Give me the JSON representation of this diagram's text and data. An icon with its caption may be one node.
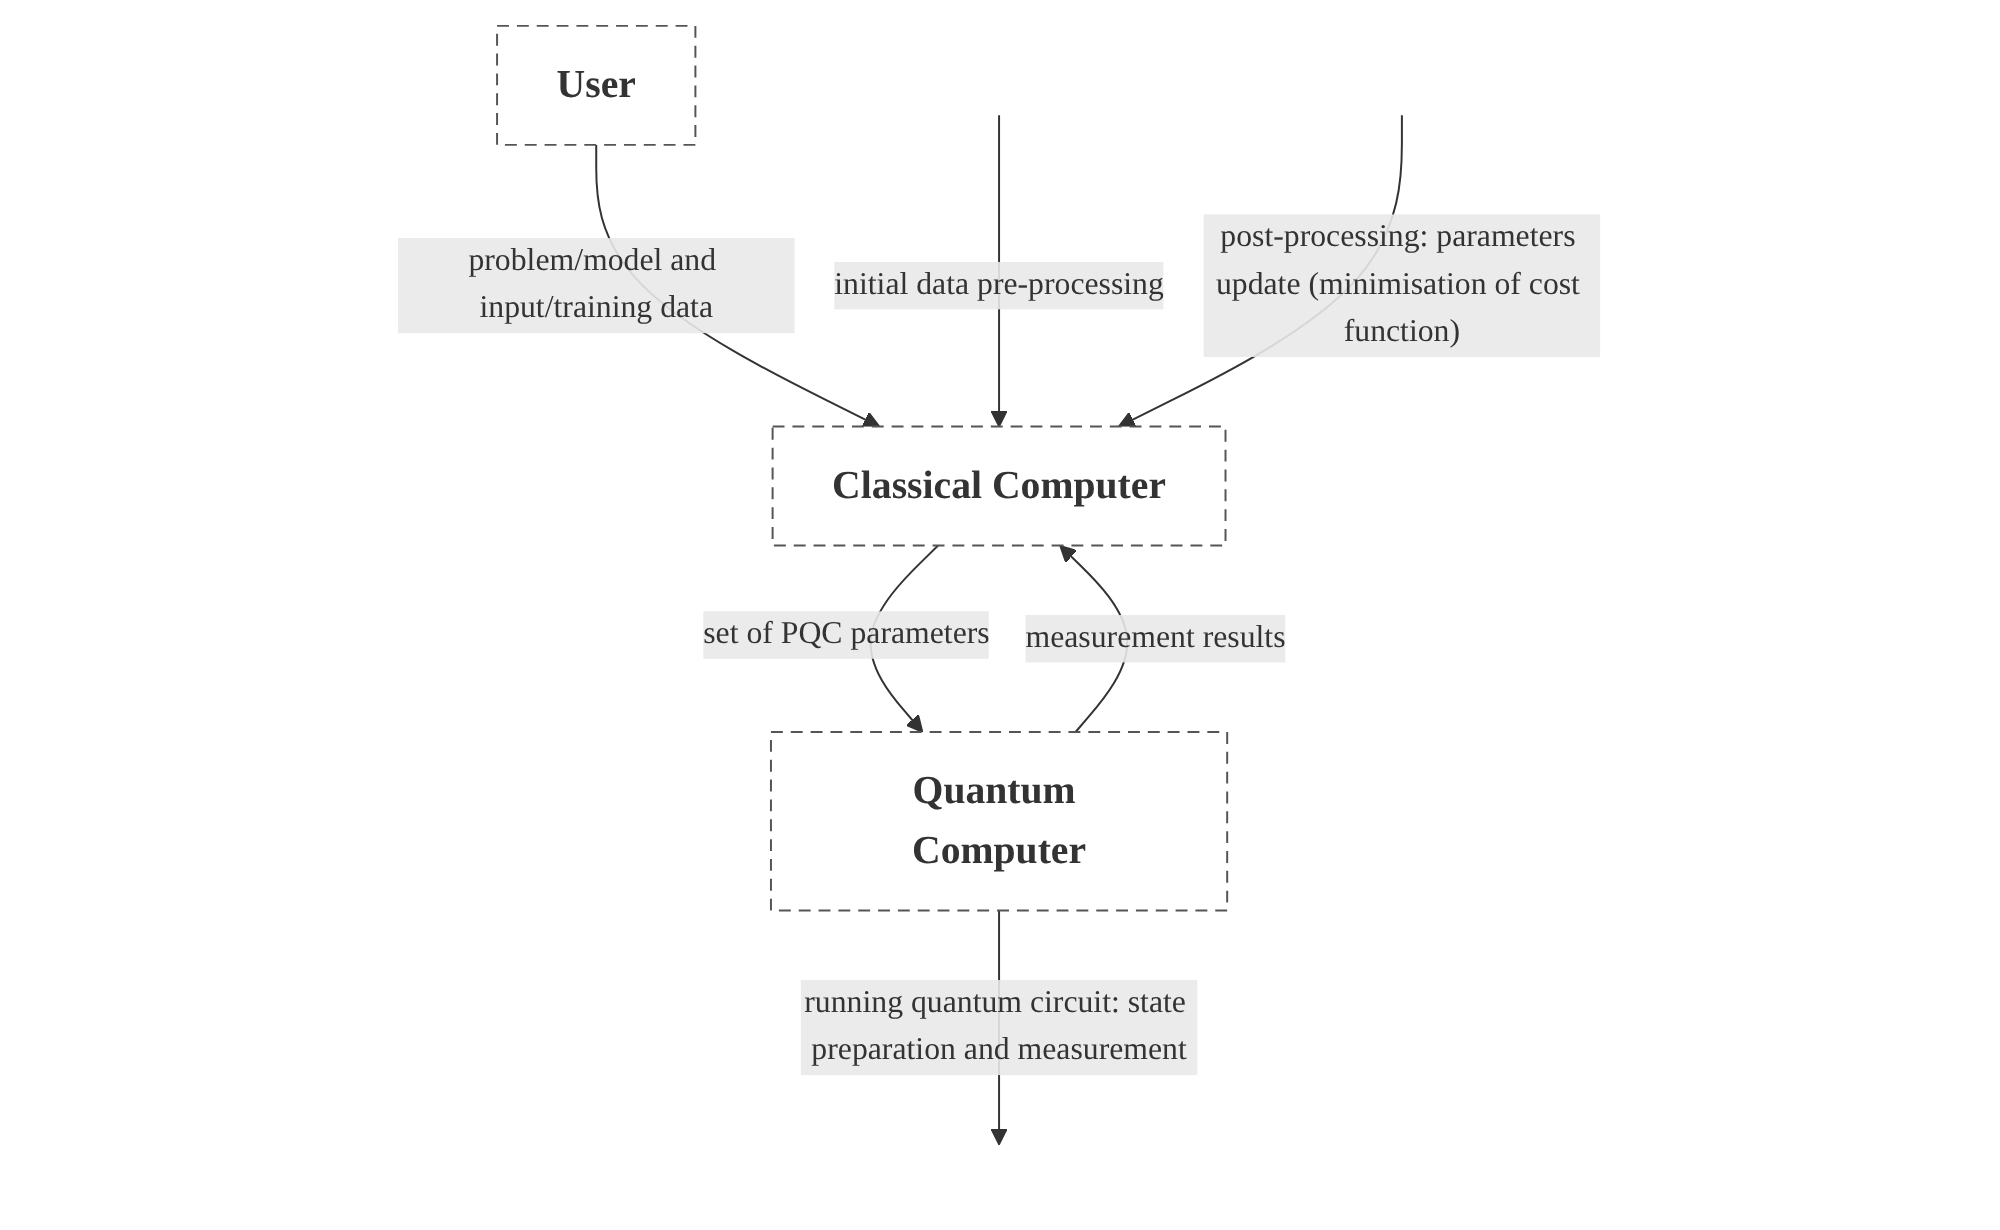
{
  "diagram": {
    "nodes": [
      {
        "text": [
          "User"
        ]
      },
      {
        "text": [
          "Classical Computer"
        ]
      },
      {
        "text": [
          "Quantum Computer"
        ]
      }
    ],
    "edges": [
      {
        "from": 0,
        "to": 1,
        "arrow": "to",
        "label": "problem/model and input/training data"
      },
      {
        "from": null,
        "to": 1,
        "arrow": "to",
        "label": "initial data pre-processing"
      },
      {
        "from": 1,
        "to": 2,
        "arrow": "to",
        "label": "set of PQC parameters"
      },
      {
        "from": 2,
        "to": null,
        "arrow": "to",
        "label": "running quantum circuit: state preparation and measurement"
      },
      {
        "from": 2,
        "to": 1,
        "arrow": "to",
        "label": "measurement results"
      },
      {
        "from": null,
        "to": 1,
        "arrow": "to",
        "label": "post-processing: parameters update (minimisation of cost function)"
      }
    ]
  }
}
